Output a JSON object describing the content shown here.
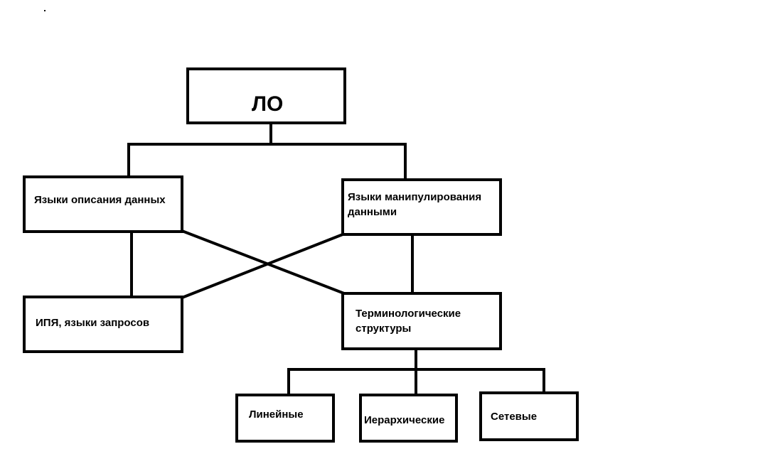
{
  "diagram": {
    "nodes": {
      "root": "ЛО",
      "data_definition": "Языки описания данных",
      "data_manipulation": "Языки манипулирования данными",
      "ipl_queries": "ИПЯ, языки запросов",
      "terminological": "Терминологические структуры",
      "linear": "Линейные",
      "hierarchical": "Иерархические",
      "network": "Сетевые"
    },
    "edges": [
      {
        "from": "root",
        "to": "data_definition"
      },
      {
        "from": "root",
        "to": "data_manipulation"
      },
      {
        "from": "data_definition",
        "to": "ipl_queries"
      },
      {
        "from": "data_definition",
        "to": "terminological"
      },
      {
        "from": "data_manipulation",
        "to": "ipl_queries"
      },
      {
        "from": "data_manipulation",
        "to": "terminological"
      },
      {
        "from": "terminological",
        "to": "linear"
      },
      {
        "from": "terminological",
        "to": "hierarchical"
      },
      {
        "from": "terminological",
        "to": "network"
      }
    ],
    "line_color": "#000000",
    "box_color": "#ffffff"
  }
}
